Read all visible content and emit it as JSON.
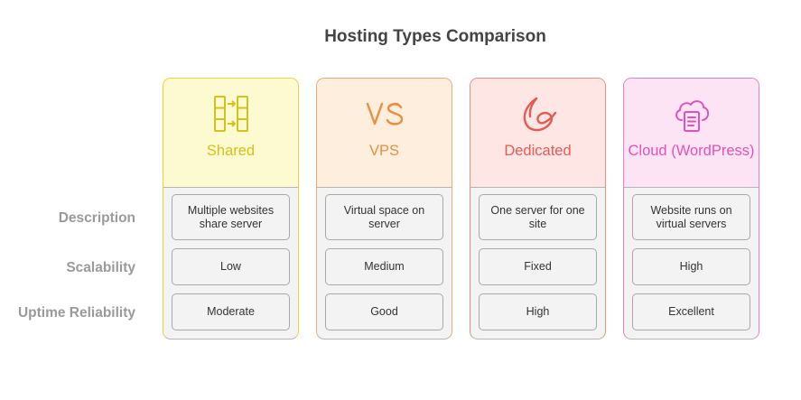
{
  "title": "Hosting Types Comparison",
  "row_labels": {
    "description": "Description",
    "scalability": "Scalability",
    "uptime": "Uptime Reliability"
  },
  "columns": [
    {
      "name": "Shared",
      "icon": "server-rack-icon",
      "accent": "#d4c21a",
      "head_bg": "#fdf9d0",
      "border": "#e3d53a",
      "description": "Multiple websites share server",
      "scalability": "Low",
      "uptime": "Moderate"
    },
    {
      "name": "VPS",
      "icon": "vps-text-icon",
      "accent": "#e8903f",
      "head_bg": "#fdeede",
      "border": "#eeaa70",
      "description": "Virtual space on server",
      "scalability": "Medium",
      "uptime": "Good"
    },
    {
      "name": "Dedicated",
      "icon": "dedicated-swirl-icon",
      "accent": "#e35b52",
      "head_bg": "#fde6e4",
      "border": "#ec8c86",
      "description": "One server for one site",
      "scalability": "Fixed",
      "uptime": "High"
    },
    {
      "name": "Cloud (WordPress)",
      "icon": "cloud-document-icon",
      "accent": "#e052b8",
      "head_bg": "#fde4f5",
      "border": "#e77fcb",
      "description": "Website runs on virtual servers",
      "scalability": "High",
      "uptime": "Excellent"
    }
  ]
}
